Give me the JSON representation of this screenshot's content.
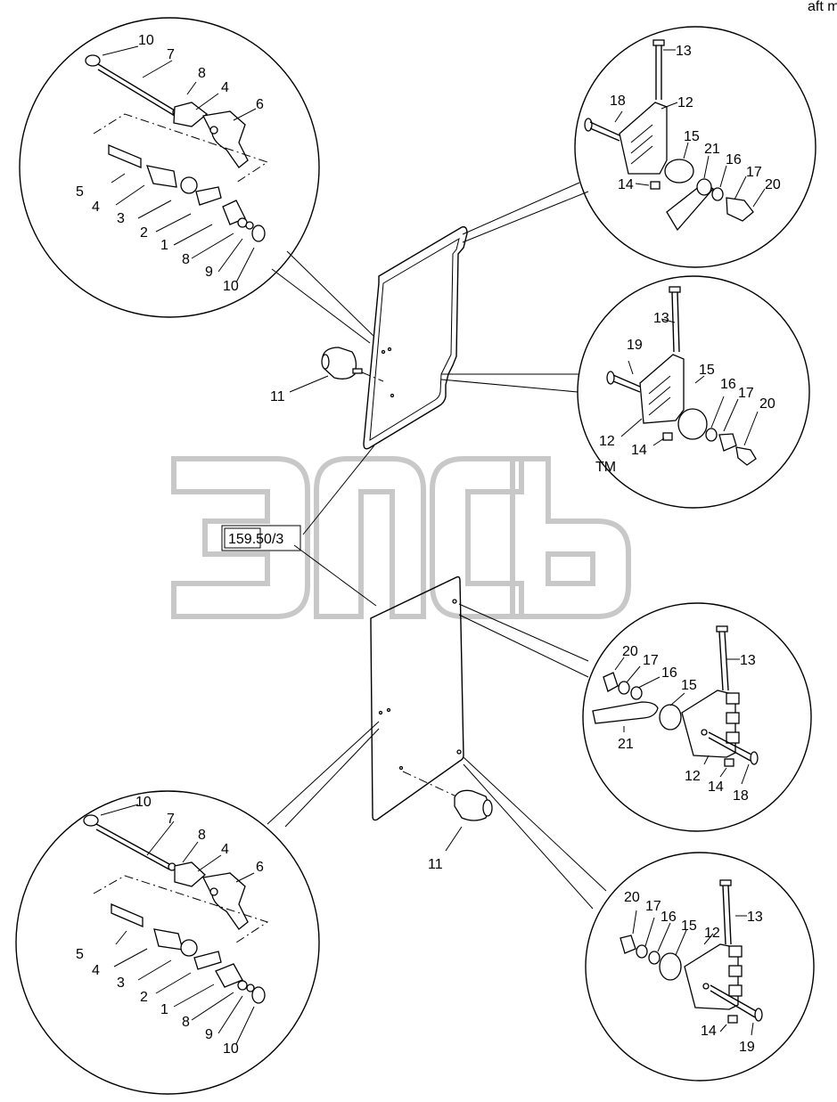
{
  "watermark": {
    "tm": "TM"
  },
  "corner_mark": "aft me",
  "reference_code": "159.50/3",
  "detail_views": {
    "top_left": {
      "callouts": [
        "10",
        "7",
        "8",
        "4",
        "6",
        "5",
        "4",
        "3",
        "2",
        "1",
        "8",
        "9",
        "10"
      ]
    },
    "top_right": {
      "callouts": [
        "13",
        "18",
        "12",
        "15",
        "21",
        "16",
        "17",
        "20",
        "14"
      ]
    },
    "mid_right": {
      "callouts": [
        "13",
        "19",
        "15",
        "16",
        "17",
        "20",
        "12",
        "14"
      ]
    },
    "lower_right": {
      "callouts": [
        "20",
        "17",
        "16",
        "15",
        "13",
        "21",
        "12",
        "14",
        "18"
      ]
    },
    "bottom_left": {
      "callouts": [
        "10",
        "7",
        "8",
        "4",
        "6",
        "5",
        "4",
        "3",
        "2",
        "1",
        "8",
        "9",
        "10"
      ]
    },
    "bottom_right": {
      "callouts": [
        "20",
        "17",
        "16",
        "15",
        "12",
        "13",
        "14",
        "19"
      ]
    }
  },
  "main_callouts": {
    "upper_latch": "11",
    "lower_latch": "11"
  }
}
